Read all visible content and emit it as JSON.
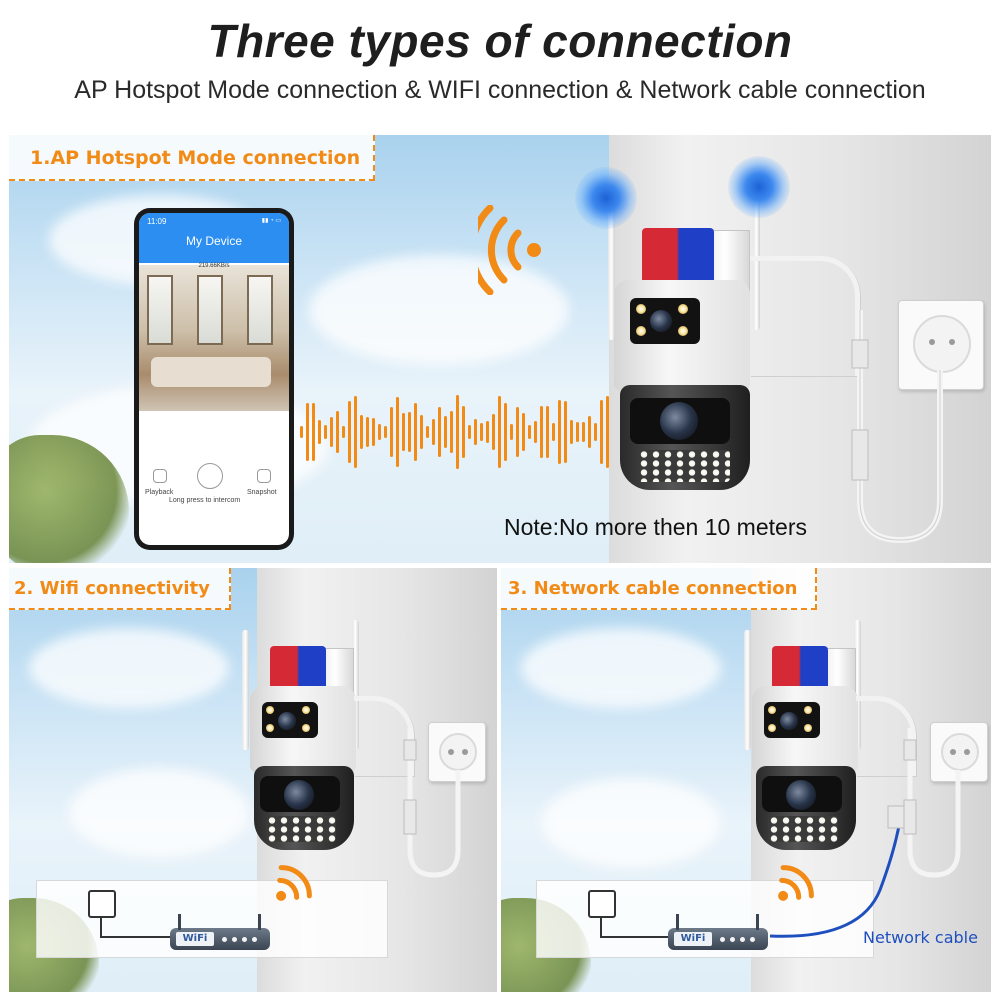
{
  "header": {
    "title": "Three types of connection",
    "subtitle": "AP Hotspot Mode connection & WIFI connection & Network cable connection"
  },
  "panels": {
    "ap": {
      "label": "1.AP Hotspot Mode connection"
    },
    "wifi": {
      "label": "2. Wifi connectivity"
    },
    "cable": {
      "label": "3. Network cable connection"
    }
  },
  "phone": {
    "time": "11:09",
    "title": "My Device",
    "speed": "219.66KB/s",
    "playback_label": "Playback",
    "intercom_label": "Long press to intercom",
    "snapshot_label": "Snapshot"
  },
  "note": "Note:No more then 10 meters",
  "router": {
    "label": "WiFi"
  },
  "network_cable_label": "Network cable",
  "icons": [
    "wifi-signal-icon",
    "router-icon",
    "power-plug-icon",
    "wall-socket-icon",
    "microphone-icon",
    "playback-icon",
    "camera-icon"
  ],
  "colors": {
    "accent": "#f28a16",
    "cable": "#1e4fbf",
    "title": "#1e1e1e"
  }
}
